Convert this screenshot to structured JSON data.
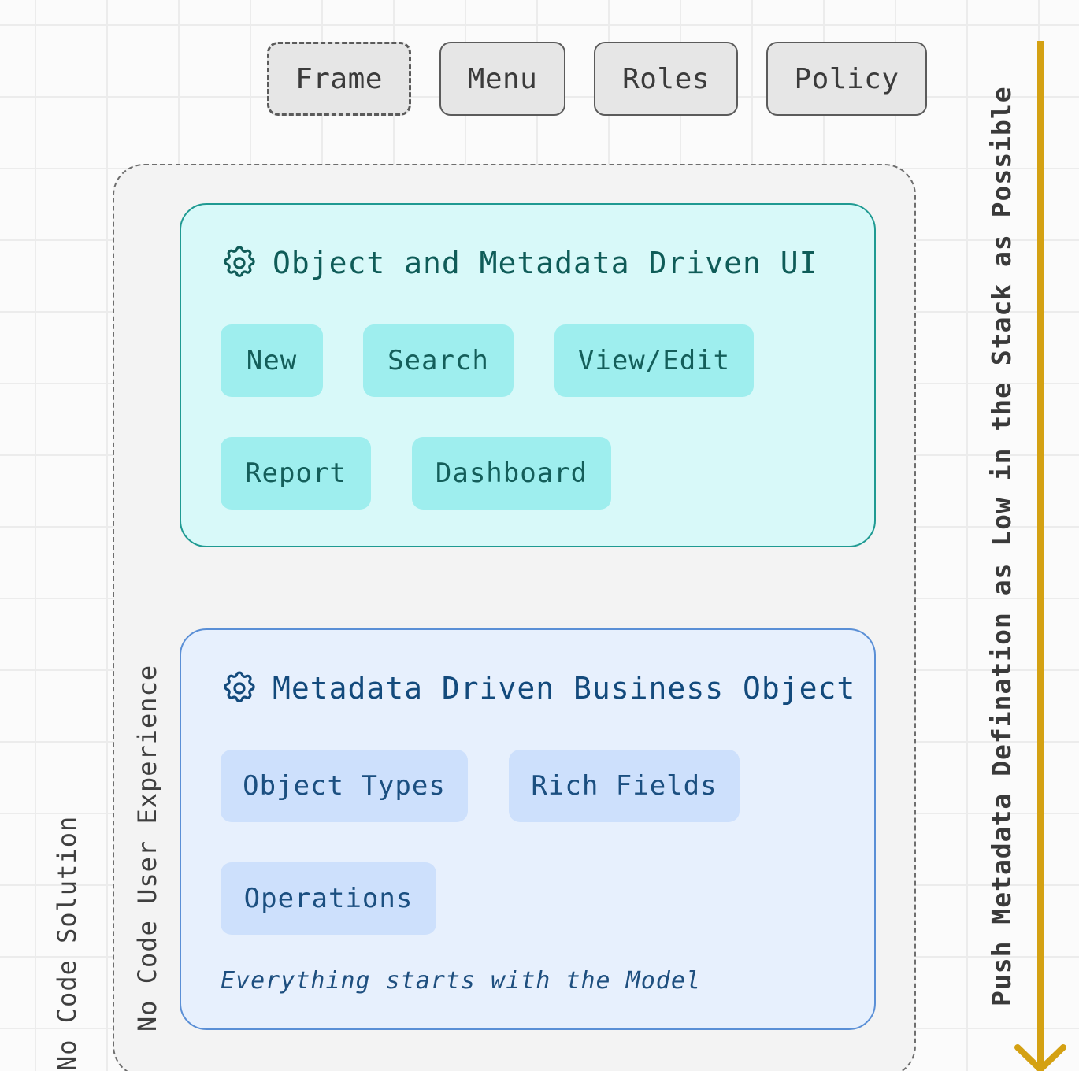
{
  "top_tags": [
    {
      "label": "Frame",
      "style": "dashed"
    },
    {
      "label": "Menu",
      "style": "solid"
    },
    {
      "label": "Roles",
      "style": "solid"
    },
    {
      "label": "Policy",
      "style": "solid"
    }
  ],
  "side_labels": {
    "outer": "No Code Solution",
    "inner": "No Code User Experience"
  },
  "ui_card": {
    "title": "Object and Metadata Driven UI",
    "icon": "gear-icon",
    "pills": [
      "New",
      "Search",
      "View/Edit",
      "Report",
      "Dashboard"
    ]
  },
  "bo_card": {
    "title": "Metadata Driven Business Object",
    "icon": "gear-icon",
    "pills": [
      "Object Types",
      "Rich Fields",
      "Operations"
    ],
    "tagline": "Everything starts with the Model"
  },
  "push": {
    "label": "Push Metadata Defination as Low in the Stack as Possible",
    "arrow_color": "#d4a113"
  },
  "colors": {
    "ui_card_fill": "#d8f9f9",
    "ui_card_border": "#1f9a92",
    "ui_pill": "#9eeeee",
    "bo_card_fill": "#e7f0fd",
    "bo_card_border": "#5a8fd6",
    "bo_pill": "#cde0fc"
  }
}
